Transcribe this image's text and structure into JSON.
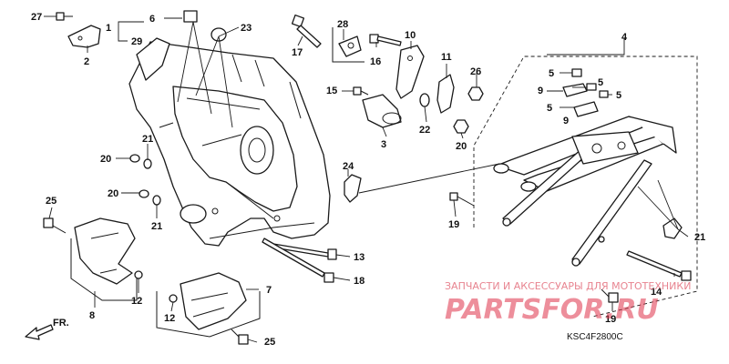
{
  "diagram": {
    "callouts": [
      {
        "id": "c27a",
        "label": "27"
      },
      {
        "id": "c1",
        "label": "1"
      },
      {
        "id": "c6",
        "label": "6"
      },
      {
        "id": "c29",
        "label": "29"
      },
      {
        "id": "c23",
        "label": "23"
      },
      {
        "id": "c2",
        "label": "2"
      },
      {
        "id": "c17",
        "label": "17"
      },
      {
        "id": "c28",
        "label": "28"
      },
      {
        "id": "c16",
        "label": "16"
      },
      {
        "id": "c10",
        "label": "10"
      },
      {
        "id": "c11",
        "label": "11"
      },
      {
        "id": "c26",
        "label": "26"
      },
      {
        "id": "c4",
        "label": "4"
      },
      {
        "id": "c5a",
        "label": "5"
      },
      {
        "id": "c5b",
        "label": "5"
      },
      {
        "id": "c9a",
        "label": "9"
      },
      {
        "id": "c5c",
        "label": "5"
      },
      {
        "id": "c5d",
        "label": "5"
      },
      {
        "id": "c9b",
        "label": "9"
      },
      {
        "id": "c15",
        "label": "15"
      },
      {
        "id": "c3",
        "label": "3"
      },
      {
        "id": "c22",
        "label": "22"
      },
      {
        "id": "c20a",
        "label": "20"
      },
      {
        "id": "c21a",
        "label": "21"
      },
      {
        "id": "c20b",
        "label": "20"
      },
      {
        "id": "c24",
        "label": "24"
      },
      {
        "id": "c20c",
        "label": "20"
      },
      {
        "id": "c21b",
        "label": "21"
      },
      {
        "id": "c25a",
        "label": "25"
      },
      {
        "id": "c19a",
        "label": "19"
      },
      {
        "id": "c13",
        "label": "13"
      },
      {
        "id": "c21c",
        "label": "21"
      },
      {
        "id": "c18",
        "label": "18"
      },
      {
        "id": "c7",
        "label": "7"
      },
      {
        "id": "c8",
        "label": "8"
      },
      {
        "id": "c12a",
        "label": "12"
      },
      {
        "id": "c12b",
        "label": "12"
      },
      {
        "id": "c14",
        "label": "14"
      },
      {
        "id": "c19b",
        "label": "19"
      },
      {
        "id": "c25b",
        "label": "25"
      }
    ],
    "direction_label": "FR.",
    "diagram_code": "KSC4F2800C"
  },
  "watermark": {
    "tagline": "ЗАПЧАСТИ И АКСЕССУАРЫ ДЛЯ МОТОТЕХНИКИ",
    "logo": "PARTSFOR.RU",
    "color": "#e0334a"
  }
}
